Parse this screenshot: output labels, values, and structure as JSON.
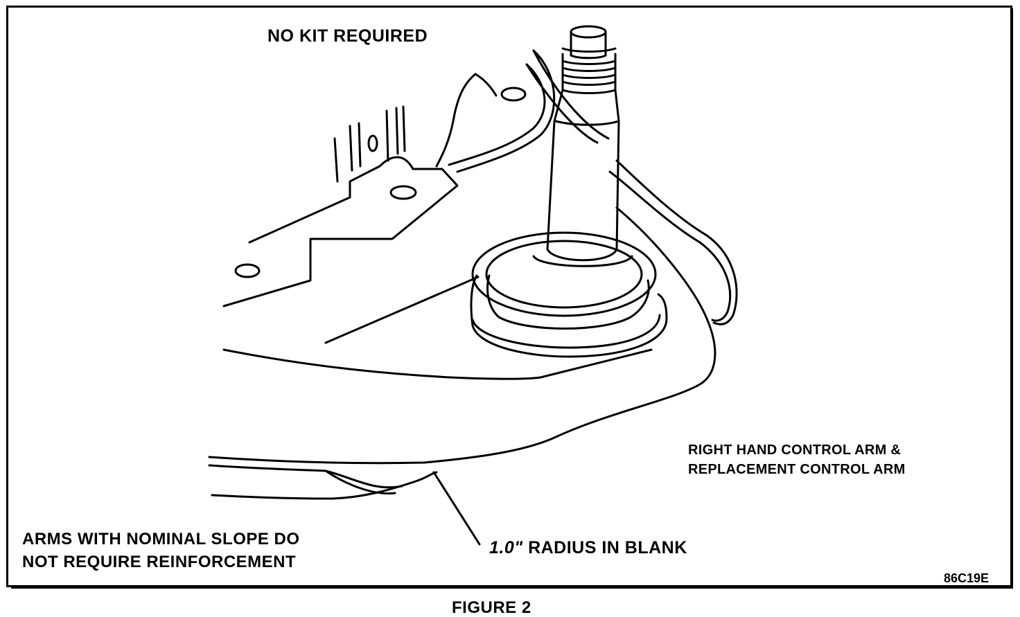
{
  "figure": {
    "caption": "FIGURE 2",
    "code": "86C19E"
  },
  "labels": {
    "heading": "NO KIT REQUIRED",
    "right_arm_line1": "RIGHT HAND CONTROL ARM &",
    "right_arm_line2": "REPLACEMENT CONTROL ARM",
    "note_line1": "ARMS WITH NOMINAL SLOPE DO",
    "note_line2": "NOT REQUIRE REINFORCEMENT",
    "radius_value": "1.0\"",
    "radius_text": "RADIUS IN BLANK"
  }
}
